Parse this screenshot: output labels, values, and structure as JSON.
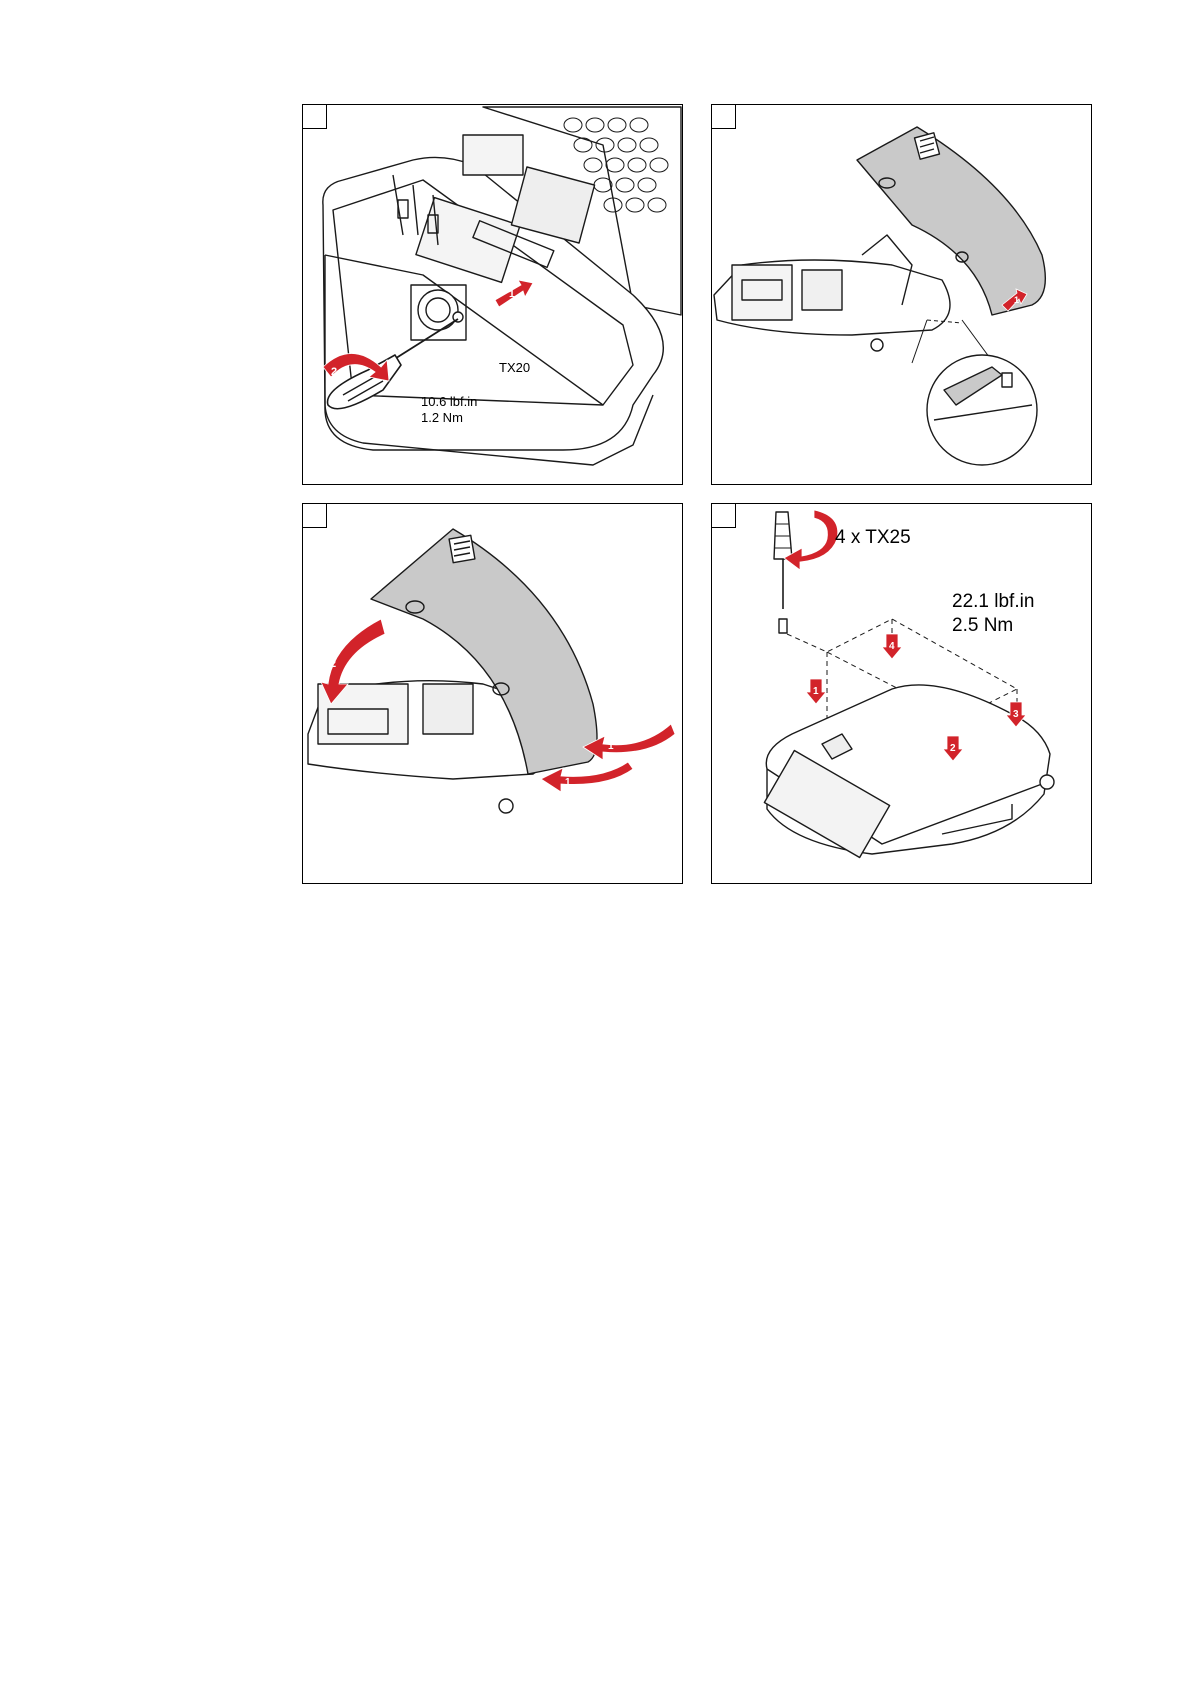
{
  "colors": {
    "accent_red": "#d2232a",
    "cover_gray": "#c9c9c9",
    "line": "#1a1a1a"
  },
  "panels": [
    {
      "id": "panel-1",
      "labels": {
        "tool": "TX20",
        "torque_imperial": "10.6 lbf.in",
        "torque_metric": "1.2 Nm"
      },
      "arrow_numbers": [
        "1",
        "2"
      ]
    },
    {
      "id": "panel-2",
      "arrow_numbers": [
        "1"
      ]
    },
    {
      "id": "panel-3",
      "arrow_numbers": [
        "1",
        "1",
        "2"
      ]
    },
    {
      "id": "panel-4",
      "labels": {
        "tool": "4 x TX25",
        "torque_imperial": "22.1 lbf.in",
        "torque_metric": "2.5 Nm"
      },
      "arrow_numbers": [
        "1",
        "2",
        "3",
        "4"
      ]
    }
  ]
}
